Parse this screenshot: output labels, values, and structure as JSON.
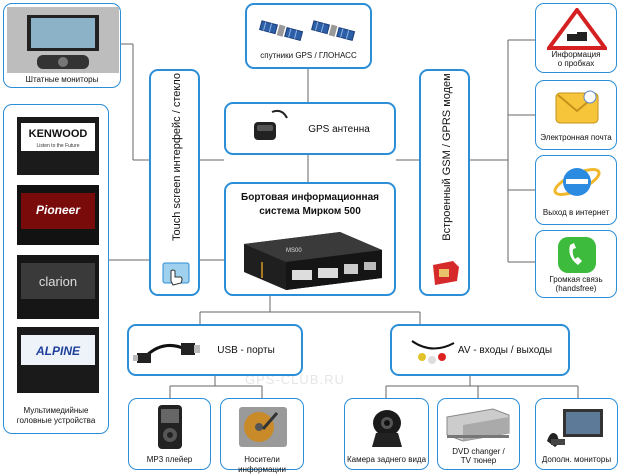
{
  "satellites": {
    "label": "спутники GPS / ГЛОНАСС"
  },
  "antenna": {
    "label": "GPS антенна"
  },
  "central_unit": {
    "title_line1": "Бортовая информационная",
    "title_line2": "система Мирком 500"
  },
  "touch_screen": {
    "label": "Touch screen интерфейс / стекло"
  },
  "gsm_modem": {
    "label": "Встроенный GSM / GPRS модем"
  },
  "usb": {
    "label": "USB - порты"
  },
  "av": {
    "label": "AV - входы / выходы"
  },
  "left_column": {
    "monitors_label": "Штатные мониторы",
    "head_units_label_line1": "Мультимедийные",
    "head_units_label_line2": "головные устройства",
    "brands": [
      "KENWOOD",
      "Listen to the Future",
      "Pioneer",
      "clarion",
      "ALPINE"
    ]
  },
  "right_column": {
    "items": [
      {
        "label_line1": "Информация",
        "label_line2": "о пробках"
      },
      {
        "label_line1": "Электронная почта",
        "label_line2": ""
      },
      {
        "label_line1": "Выход в интернет",
        "label_line2": ""
      },
      {
        "label_line1": "Громкая связь",
        "label_line2": "(handsfree)"
      }
    ]
  },
  "bottom_row": {
    "items": [
      {
        "label_line1": "MP3 плейер",
        "label_line2": ""
      },
      {
        "label_line1": "Носители информации",
        "label_line2": ""
      },
      {
        "label_line1": "Камера заднего вида",
        "label_line2": ""
      },
      {
        "label_line1": "DVD changer /",
        "label_line2": "TV тюнер"
      },
      {
        "label_line1": "Дополн. мониторы",
        "label_line2": ""
      }
    ]
  },
  "device_brand": "MS00",
  "watermark": "GPS-CLUB.RU",
  "colors": {
    "border": "#2d8ed8",
    "line": "#666666"
  }
}
